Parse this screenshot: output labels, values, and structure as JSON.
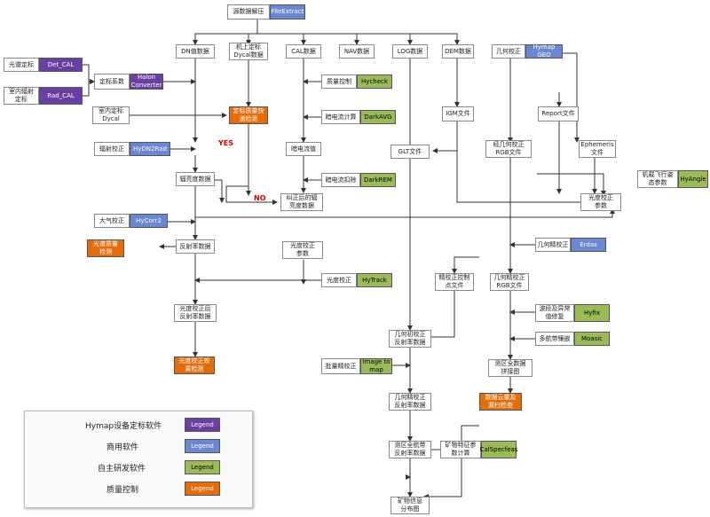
{
  "nodes": {
    "src": "源数据解压",
    "dn": "DN值数据",
    "dycal": "机上定标\nDycal数据",
    "cal": "CAL数据",
    "nav": "NAV数据",
    "log": "LOG数据",
    "dem": "DEM数据",
    "geo": "几何校正",
    "spec_cal": "光谱定标",
    "rad_cal": "室内辐射\n定标",
    "coef": "定标系数",
    "qc": "质量控制",
    "indoor": "室内定标\nDycal",
    "dark_calc": "暗电流计算",
    "igm": "IGM文件",
    "report": "Report文件",
    "rad_corr": "辐射校正",
    "dark_val": "暗电流值",
    "glt": "GLT文件",
    "geo_rgb": "经几何校正\nRGB文件",
    "eph": "Ephemeris\n文件",
    "radiance": "辐亮度数据",
    "dark_sub": "暗电流扣除",
    "corrected": "纠正后的辐\n亮度数据",
    "attitude": "机载飞行姿\n态参数",
    "atm": "大气校正",
    "light_param": "光度校正\n参数",
    "refl": "反射率数据",
    "light_param2": "光度校正\n参数",
    "fine_geo": "几何精校正",
    "light_corr": "光度校正",
    "ctrl": "精校正控制\n点文件",
    "fine_rgb": "几何精校正\nRGB文件",
    "after_light": "光度校正后\n反射率数据",
    "band_fix": "波段及异常\n值修复",
    "strip": "多航带镶嵌",
    "coarse_refl": "几何初校正\n反射率数据",
    "mosaic": "测区全数据\n拼接图",
    "batch": "批量精校正",
    "fine_refl": "几何精校正\n反射率数据",
    "area_refl": "测区全航带\n反射率数据",
    "mineral_calc": "矿物特征参\n数计算",
    "mineral_map": "矿物信息\n分布图"
  },
  "tools": {
    "file_extract": "FileExtract",
    "hymap_geo": "Hymap GEO",
    "det_cal": "Det_CAL",
    "rad_cal": "Rad_CAL",
    "halon": "Halon\nConverter",
    "hycheck": "Hycheck",
    "fast_check": "定标质量快\n速检测",
    "darkavg": "DarkAVG",
    "hydn2rad": "HyDN2Rad",
    "darkrem": "DarkREM",
    "hyangle": "HyAngle",
    "hycorr2": "HyCorr2",
    "spec_quality": "光谱质量\n检测",
    "erdas": "Erdas",
    "hytrack": "HyTrack",
    "hyfix": "Hyfix",
    "moasic": "Moasic",
    "light_effect": "光度校正效\n果检测",
    "image_to_map": "Image to\nmap",
    "cloud_check": "数据云量及\n漏扫检查",
    "calspecfeas": "CalSpecfeas"
  },
  "labels": {
    "yes": "YES",
    "no": "NO"
  },
  "legend": {
    "rows": [
      {
        "text": "Hymap设备定标软件",
        "box": "Legend"
      },
      {
        "text": "商用软件",
        "box": "Legend"
      },
      {
        "text": "自主研发软件",
        "box": "Legend"
      },
      {
        "text": "质量控制",
        "box": "Legend"
      }
    ]
  },
  "colors": {
    "purple": "#6a3fa3",
    "blue": "#6a87d1",
    "green": "#9bbb59",
    "orange": "#e46c0a"
  }
}
